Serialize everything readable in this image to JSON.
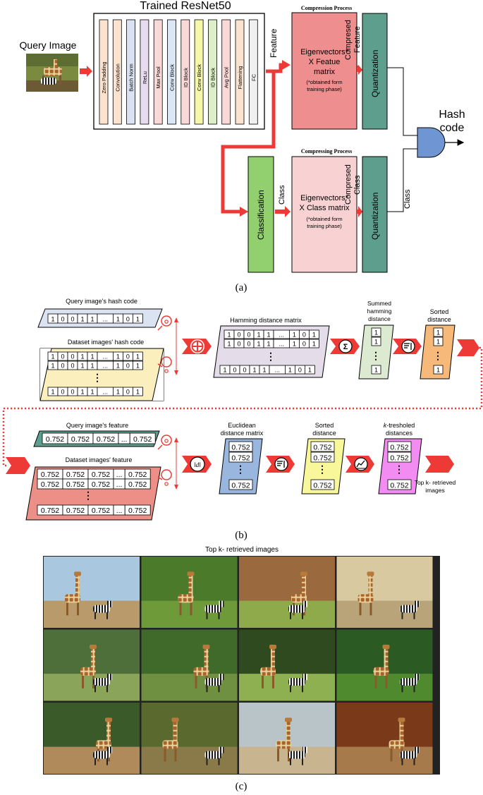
{
  "a": {
    "resnet_title": "Trained ResNet50",
    "query_label": "Query Image",
    "layers": [
      "Zero Padding",
      "Convolution",
      "Batch Norm",
      "ReLu",
      "Max Pool",
      "Conv Block",
      "ID Block",
      "Conv Block",
      "ID Block",
      "Avg Pool",
      "Flattening",
      "FC"
    ],
    "layer_colors": [
      "#fbe3cf",
      "#fbe3cf",
      "#dbe3f2",
      "#e7dcef",
      "#fbd8d8",
      "#dbe7f6",
      "#fbd8d8",
      "#f5f8a8",
      "#dcefc8",
      "#fbd8d8",
      "#fbe3cf",
      "#f0f0f0"
    ],
    "feature_label": "Feature",
    "class_label": "Class",
    "compression_title_1": "Compression Process",
    "compression_title_2": "Compressing Process",
    "feature_box": {
      "line1": "Eigenvectors*",
      "line2": "X Featue",
      "line3": "matrix",
      "note1": "(*obtained form",
      "note2": "training phase)"
    },
    "class_box": {
      "line1": "Eigenvectors*",
      "line2": "X Class matrix",
      "note1": "(*obtained form",
      "note2": "training phase)"
    },
    "compressed_feature": [
      "Compresed",
      "Feature"
    ],
    "compressed_class": [
      "Compresed",
      "Class"
    ],
    "classification_label": "Classification",
    "quantization_label": "Quantization",
    "hash_code_label": [
      "Hash",
      "code"
    ],
    "caption": "(a)",
    "colors": {
      "arrow": "#ee3a36",
      "feature_box": "#ef8e8e",
      "class_box": "#f8d2d2",
      "quant": "#5e9e8d",
      "classif": "#92cf6e",
      "and_gate": "#6f96d2"
    }
  },
  "b": {
    "query_hash_title": "Query image's hash code",
    "query_hash_bits": [
      "1",
      "0",
      "0",
      "1",
      "1",
      "...",
      "1",
      "0",
      "1"
    ],
    "dataset_hash_title": "Dataset images' hash code",
    "hamming_title": "Hamming distance matrix",
    "summed_title": [
      "Summed",
      "hamming",
      "distance"
    ],
    "sorted_title": [
      "Sorted",
      "distance"
    ],
    "one": "1",
    "dots": "⋮",
    "query_feat_title": "Query image's feature",
    "feat_values": [
      "0.752",
      "0.752",
      "0.752",
      "...",
      "0.752"
    ],
    "dataset_feat_title": "Dataset images' feature",
    "euclid_title": [
      "Euclidean",
      "distance matrix"
    ],
    "sorted2_title": [
      "Sorted",
      "distance"
    ],
    "k_title": [
      "k-tresholed",
      "distances"
    ],
    "feat_value": "0.752",
    "top_k": [
      "Top k- retrieved",
      "images"
    ],
    "caption": "(b)",
    "colors": {
      "query_hash": "#dbe3f2",
      "dataset_hash": "#fbf0bd",
      "hamming": "#e5dcea",
      "summed": "#dbead0",
      "sorted": "#f6b97a",
      "query_feat": "#5e9e8d",
      "dataset_feat": "#ec8f87",
      "euclid": "#98b6de",
      "sorted2": "#f8f79a",
      "k": "#f28bf2"
    }
  },
  "c": {
    "title": "Top k- retrieved images",
    "caption": "(c)"
  }
}
